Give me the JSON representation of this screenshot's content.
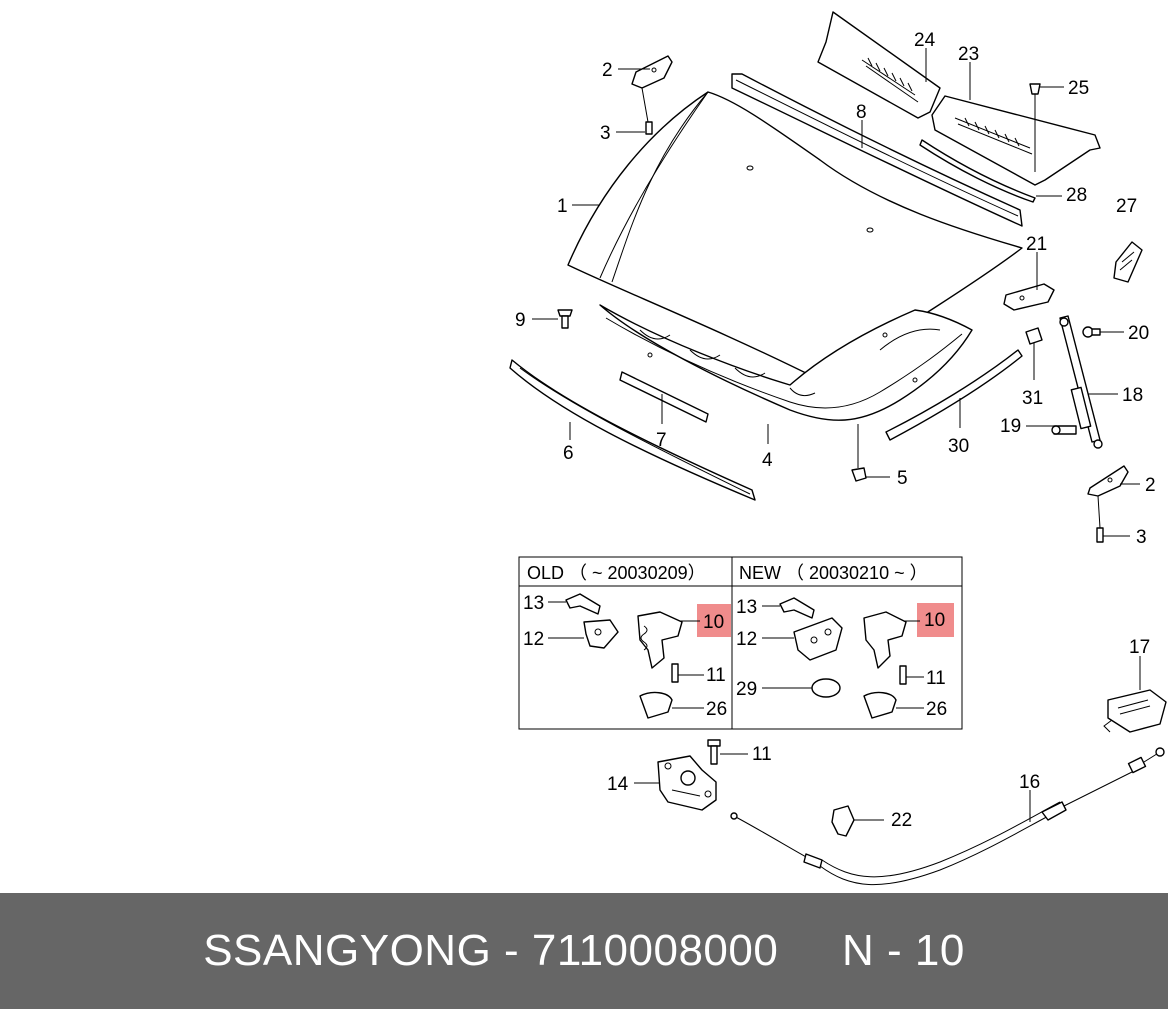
{
  "diagram": {
    "labels": {
      "l1": "1",
      "l2a": "2",
      "l2b": "2",
      "l3a": "3",
      "l3b": "3",
      "l4": "4",
      "l5": "5",
      "l6": "6",
      "l7": "7",
      "l8": "8",
      "l9": "9",
      "l11": "11",
      "l14": "14",
      "l16": "16",
      "l17": "17",
      "l18": "18",
      "l19": "19",
      "l20": "20",
      "l21": "21",
      "l22": "22",
      "l23": "23",
      "l24": "24",
      "l25": "25",
      "l27": "27",
      "l28": "28",
      "l30": "30",
      "l31": "31"
    },
    "inset": {
      "old_header": "OLD （ ~ 20030209）",
      "new_header": "NEW （ 20030210 ~ ）",
      "old": {
        "l13": "13",
        "l12": "12",
        "l10": "10",
        "l11": "11",
        "l26": "26"
      },
      "new": {
        "l13": "13",
        "l12": "12",
        "l10": "10",
        "l11": "11",
        "l29": "29",
        "l26": "26"
      },
      "highlight_color": "#f08c8c"
    }
  },
  "footer": {
    "text": "SSANGYONG - 7110008000     N - 10",
    "background": "#666666"
  }
}
